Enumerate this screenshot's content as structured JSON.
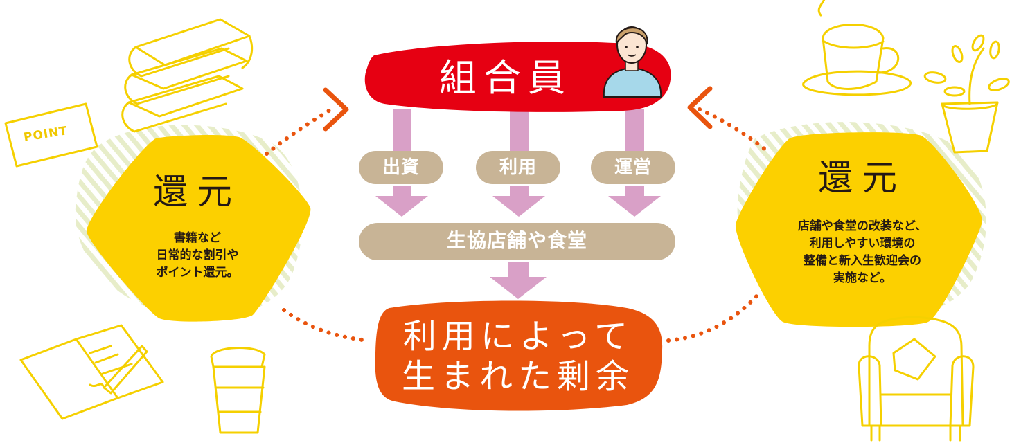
{
  "colors": {
    "member": "#e60012",
    "surplus": "#e9540e",
    "returnHex": "#fcd000",
    "beige": "#c8b496",
    "arrow": "#d9a0c7",
    "dots": "#e9540e",
    "sketch": "#f5d000",
    "stripe": "#e7edc9"
  },
  "icons": [
    "books-icon",
    "point-card-icon",
    "notebook-pen-icon",
    "coffee-cup-icon",
    "teacup-icon",
    "plant-icon",
    "armchair-icon",
    "person-avatar-icon"
  ],
  "member": {
    "label": "組合員"
  },
  "actions": [
    {
      "name": "contribution",
      "label": "出資"
    },
    {
      "name": "usage",
      "label": "利用"
    },
    {
      "name": "operation",
      "label": "運営"
    }
  ],
  "stores": {
    "label": "生協店舗や食堂"
  },
  "surplus": {
    "line1": "利用によって",
    "line2": "生まれた剰余"
  },
  "returnLeft": {
    "title": "還元",
    "description": "書籍など\n日常的な割引や\nポイント還元。"
  },
  "returnRight": {
    "title": "還元",
    "description": "店舗や食堂の改装など、\n利用しやすい環境の\n整備と新入生歓迎会の\n実施など。"
  },
  "pointCard": {
    "label": "POINT"
  }
}
